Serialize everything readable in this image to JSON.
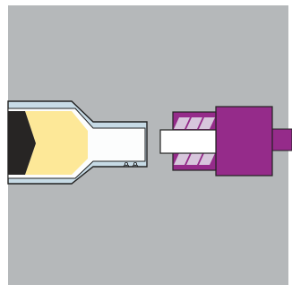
{
  "diagram": {
    "type": "technical-illustration",
    "colors": {
      "page": "#ffffff",
      "panel": "#b5b8ba",
      "outline": "#222222",
      "housing": "#c7dbe6",
      "cavity": "#fcfdfd",
      "fill": "#fde898",
      "tip": "#272524",
      "connector": "#952b8a",
      "thread": "#d7c6dc",
      "bore": "#ffffff"
    },
    "parts": [
      {
        "name": "tapered-housing",
        "icon": "tapered-tube-icon"
      },
      {
        "name": "yellow-contents",
        "icon": "fill-chamber-icon"
      },
      {
        "name": "black-tip",
        "icon": "tip-icon"
      },
      {
        "name": "purple-connector",
        "icon": "threaded-connector-icon"
      },
      {
        "name": "male-insert",
        "icon": "insert-icon"
      }
    ]
  }
}
